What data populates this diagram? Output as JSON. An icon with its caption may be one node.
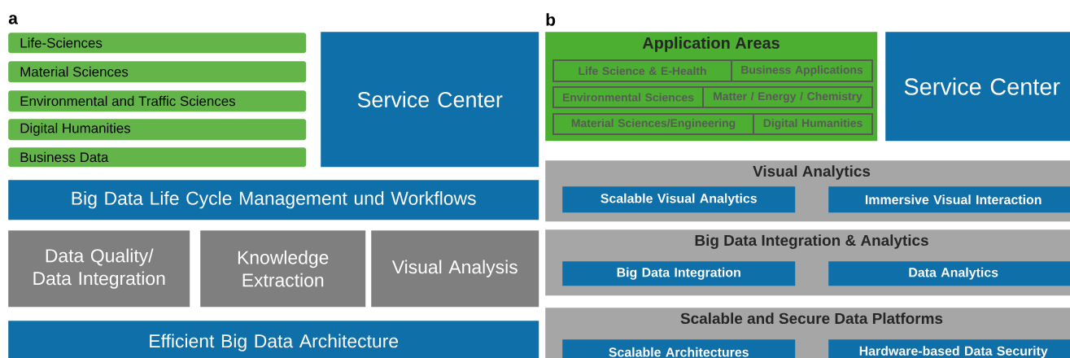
{
  "diagram": {
    "nodes": [
      {
        "text": [
          "Life-Sciences"
        ]
      },
      {
        "text": [
          "Material Sciences"
        ]
      },
      {
        "text": [
          "Environmental and Traffic Sciences"
        ]
      },
      {
        "text": [
          "Digital Humanities"
        ]
      },
      {
        "text": [
          "Business Data"
        ]
      },
      {
        "text": [
          "Service Center"
        ]
      },
      {
        "text": [
          "Big Data Life Cycle Management und Workflows"
        ]
      },
      {
        "text": [
          "Data Quality/ Data Integration"
        ]
      },
      {
        "text": [
          "Knowledge Extraction"
        ]
      },
      {
        "text": [
          "Visual Analysis"
        ]
      },
      {
        "text": [
          "Efficient Big Data Architecture"
        ]
      },
      {
        "text": [
          "Application Areas"
        ]
      },
      {
        "text": [
          "Life Science & E-Health"
        ],
        "in": 11
      },
      {
        "text": [
          "Business Applications"
        ],
        "in": 11
      },
      {
        "text": [
          "Environmental Sciences"
        ],
        "in": 11
      },
      {
        "text": [
          "Matter / Energy / Chemistry"
        ],
        "in": 11
      },
      {
        "text": [
          "Material Sciences/Engineering"
        ],
        "in": 11
      },
      {
        "text": [
          "Digital Humanities"
        ],
        "in": 11
      },
      {
        "text": [
          "Service Center"
        ]
      },
      {
        "text": [
          "Visual Analytics"
        ]
      },
      {
        "text": [
          "Scalable Visual Analytics"
        ],
        "in": 19
      },
      {
        "text": [
          "Immersive Visual Interaction"
        ],
        "in": 19
      },
      {
        "text": [
          "Big Data Integration & Analytics"
        ]
      },
      {
        "text": [
          "Big Data Integration"
        ],
        "in": 22
      },
      {
        "text": [
          "Data Analytics"
        ],
        "in": 22
      },
      {
        "text": [
          "Scalable and Secure Data Platforms"
        ]
      },
      {
        "text": [
          "Scalable Architectures"
        ],
        "in": 25
      },
      {
        "text": [
          "Hardware-based Data Security"
        ],
        "in": 25
      }
    ],
    "labels": [
      "a",
      "b"
    ]
  }
}
